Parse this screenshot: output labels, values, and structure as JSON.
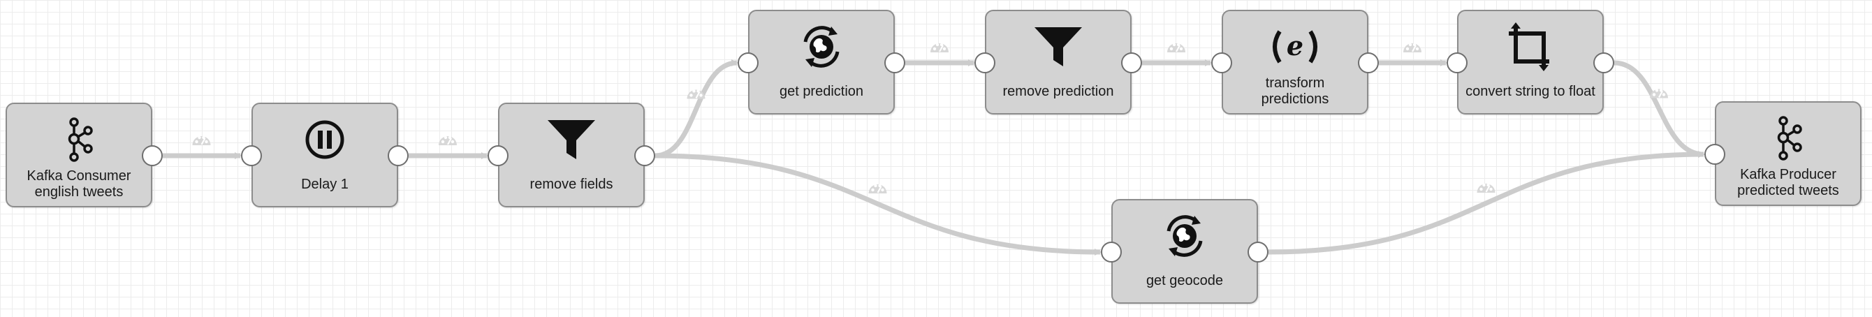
{
  "canvas": {
    "background": "#ffffff",
    "grid_color": "#ececec"
  },
  "colors": {
    "node_fill": "#d3d3d3",
    "node_border": "#8c8c8c",
    "link": "#cccccc",
    "port_fill": "#ffffff"
  },
  "nodes": [
    {
      "id": "kafka-consumer",
      "label": "Kafka Consumer english tweets",
      "icon": "kafka-icon"
    },
    {
      "id": "delay-1",
      "label": "Delay 1",
      "icon": "pause-icon"
    },
    {
      "id": "remove-fields",
      "label": "remove fields",
      "icon": "funnel-icon"
    },
    {
      "id": "get-prediction",
      "label": "get prediction",
      "icon": "globe-sync-icon"
    },
    {
      "id": "remove-prediction",
      "label": "remove prediction",
      "icon": "funnel-icon"
    },
    {
      "id": "transform-predictions",
      "label": "transform predictions",
      "icon": "expression-icon"
    },
    {
      "id": "convert-string-to-float",
      "label": "convert string to float",
      "icon": "crop-icon"
    },
    {
      "id": "kafka-producer",
      "label": "Kafka Producer predicted tweets",
      "icon": "kafka-icon"
    },
    {
      "id": "get-geocode",
      "label": "get geocode",
      "icon": "globe-sync-icon"
    }
  ],
  "links": [
    {
      "from": "kafka-consumer",
      "to": "delay-1",
      "icon": "gauge-icon"
    },
    {
      "from": "delay-1",
      "to": "remove-fields",
      "icon": "gauge-icon"
    },
    {
      "from": "remove-fields",
      "to": "get-prediction",
      "icon": "gauge-icon"
    },
    {
      "from": "get-prediction",
      "to": "remove-prediction",
      "icon": "gauge-icon"
    },
    {
      "from": "remove-prediction",
      "to": "transform-predictions",
      "icon": "gauge-icon"
    },
    {
      "from": "transform-predictions",
      "to": "convert-string-to-float",
      "icon": "gauge-icon"
    },
    {
      "from": "convert-string-to-float",
      "to": "kafka-producer",
      "icon": "gauge-icon"
    },
    {
      "from": "remove-fields",
      "to": "get-geocode",
      "icon": "gauge-icon"
    },
    {
      "from": "get-geocode",
      "to": "kafka-producer",
      "icon": "gauge-icon"
    }
  ]
}
